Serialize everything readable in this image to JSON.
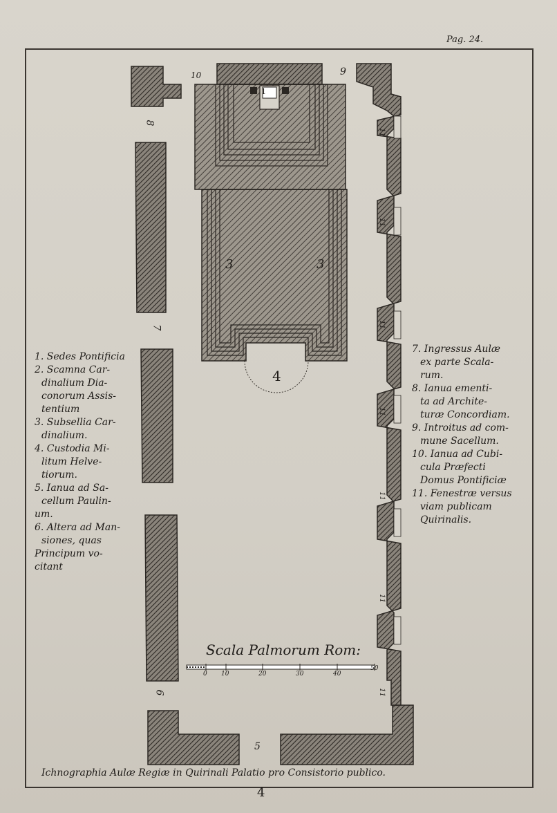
{
  "page_label": "Pag. 24.",
  "bottom_number": "4",
  "caption": "Ichnographia Aulæ Regiæ in Quirinali Palatio pro Consistorio publico.",
  "scale": {
    "title": "Scala Palmorum Rom:",
    "ticks": [
      "0",
      "10",
      "20",
      "30",
      "40",
      "50"
    ]
  },
  "legend_left": [
    "1. Sedes Pontificia",
    "2. Scamna Car-",
    "dinalium Dia-",
    "conorum Assis-",
    "tentium",
    "3. Subsellia Car-",
    "dinalium.",
    "4. Custodia Mi-",
    "litum Helve-",
    "tiorum.",
    "5. Ianua ad Sa-",
    "cellum Paulin-",
    "um.",
    "6. Altera ad Man-",
    "siones, quas",
    "Principum vo-",
    "citant"
  ],
  "legend_right": [
    "7. Ingressus Aulæ",
    "ex parte Scala-",
    "rum.",
    "8. Ianua ementi-",
    "ta ad Archite-",
    "turæ Concordiam.",
    "9. Introitus ad com-",
    "mune Sacellum.",
    "10. Ianua ad Cubi-",
    "cula Præfecti",
    "Domus Pontificiæ",
    "11. Fenestræ versus",
    "viam publicam",
    "Quirinalis."
  ],
  "plan_labels": {
    "n1": "1",
    "n3a": "3",
    "n3b": "3",
    "n4": "4",
    "n5": "5",
    "n6": "6",
    "n7": "7",
    "n8": "8",
    "n9": "9",
    "n10": "10",
    "n11": "11"
  }
}
